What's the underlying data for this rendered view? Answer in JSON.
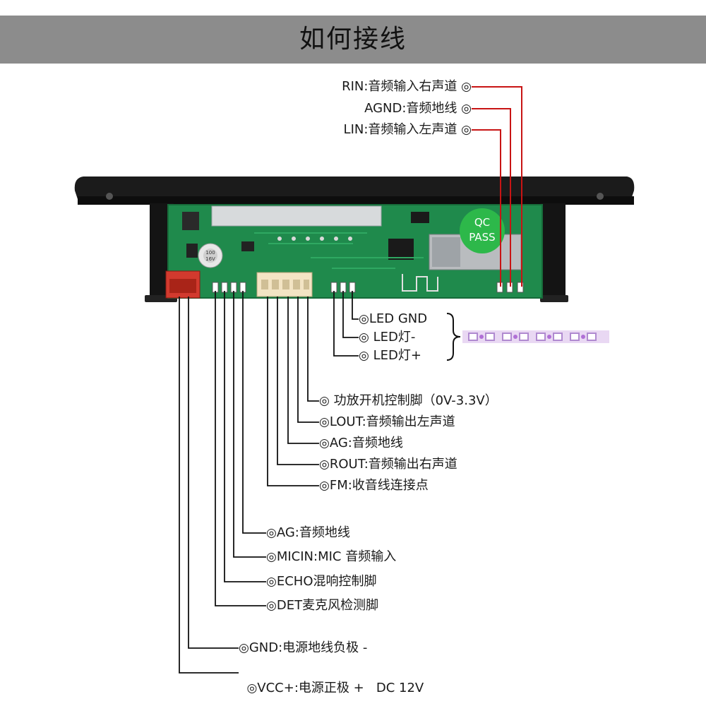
{
  "title": "如何接线",
  "badge": {
    "line1": "QC",
    "line2": "PASS"
  },
  "cap_text": {
    "line1": "100",
    "line2": "16V"
  },
  "ring_symbol": "◎",
  "labels": {
    "rin": "RIN:音频输入右声道",
    "agnd_top": "AGND:音频地线",
    "lin": "LIN:音频输入左声道",
    "led_gnd": "LED GND",
    "led_minus": "LED灯-",
    "led_plus": "LED灯+",
    "amp_ctrl": "功放开机控制脚（0V-3.3V）",
    "lout": "LOUT:音频输出左声道",
    "ag_mid": "AG:音频地线",
    "rout": "ROUT:音频输出右声道",
    "fm": "FM:收音线连接点",
    "ag_low": "AG:音频地线",
    "micin": "MICIN:MIC 音频输入",
    "echo": "ECHO混响控制脚",
    "det": "DET麦克风检测脚",
    "gnd": "GND:电源地线负极 -",
    "vcc": "VCC+:电源正极 +   DC 12V"
  },
  "colors": {
    "banner": "#8c8c8c",
    "pcb": "#1f8a4c",
    "wire_red": "#c81414",
    "wire_black": "#111111",
    "badge": "#2db84a"
  }
}
